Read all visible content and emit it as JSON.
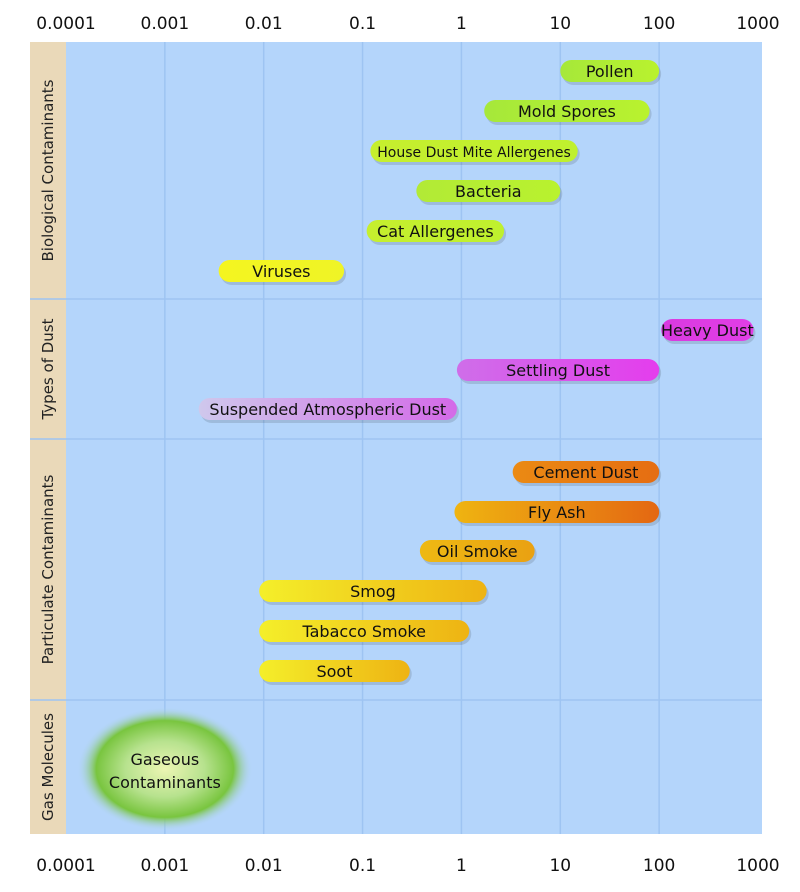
{
  "chart_data": {
    "type": "range-bar",
    "x_scale": "log",
    "x_ticks": [
      "0.0001",
      "0.001",
      "0.01",
      "0.1",
      "1",
      "10",
      "100",
      "1000"
    ],
    "x_range": [
      0.0001,
      1000
    ],
    "grid": true,
    "groups": [
      {
        "name": "Biological Contaminants",
        "items": [
          {
            "label": "Pollen",
            "min": 10,
            "max": 100,
            "colors": [
              "#a6e83a",
              "#b9f22e"
            ]
          },
          {
            "label": "Mold Spores",
            "min": 1.7,
            "max": 80,
            "colors": [
              "#a6e83a",
              "#b9f22e"
            ]
          },
          {
            "label": "House Dust Mite Allergenes",
            "min": 0.12,
            "max": 15,
            "colors": [
              "#c6ef2e",
              "#bff02e"
            ]
          },
          {
            "label": "Bacteria",
            "min": 0.35,
            "max": 10,
            "colors": [
              "#b2ea36",
              "#b9f22e"
            ]
          },
          {
            "label": "Cat Allergenes",
            "min": 0.11,
            "max": 2.7,
            "colors": [
              "#c6ef2e",
              "#bff02e"
            ]
          },
          {
            "label": "Viruses",
            "min": 0.0035,
            "max": 0.065,
            "colors": [
              "#f4f520",
              "#eff426"
            ]
          }
        ]
      },
      {
        "name": "Types of Dust",
        "items": [
          {
            "label": "Heavy Dust",
            "min": 105,
            "max": 900,
            "colors": [
              "#d93ae0",
              "#e23ee6"
            ]
          },
          {
            "label": "Settling Dust",
            "min": 0.9,
            "max": 100,
            "colors": [
              "#cf6ee9",
              "#e43ded"
            ]
          },
          {
            "label": "Suspended Atmospheric Dust",
            "min": 0.0022,
            "max": 0.9,
            "colors": [
              "#cfc8ec",
              "#d46ae8"
            ]
          }
        ]
      },
      {
        "name": "Particulate Contaminants",
        "items": [
          {
            "label": "Cement Dust",
            "min": 3.3,
            "max": 100,
            "colors": [
              "#eb8a13",
              "#e56d12"
            ]
          },
          {
            "label": "Fly Ash",
            "min": 0.85,
            "max": 100,
            "colors": [
              "#efb411",
              "#e46712"
            ]
          },
          {
            "label": "Oil Smoke",
            "min": 0.38,
            "max": 5.5,
            "colors": [
              "#eeb913",
              "#eaa112"
            ]
          },
          {
            "label": "Smog",
            "min": 0.009,
            "max": 1.8,
            "colors": [
              "#f4ef2a",
              "#eeb313"
            ]
          },
          {
            "label": "Tabacco Smoke",
            "min": 0.009,
            "max": 1.2,
            "colors": [
              "#f4ef2a",
              "#eeb313"
            ]
          },
          {
            "label": "Soot",
            "min": 0.009,
            "max": 0.3,
            "colors": [
              "#f4ef2a",
              "#eeb313"
            ]
          }
        ]
      },
      {
        "name": "Gas Molecules",
        "blob": {
          "label_lines": [
            "Gaseous",
            "Contaminants"
          ],
          "center": 0.001
        }
      }
    ]
  },
  "colors": {
    "plot_background": "#b4d5fb",
    "category_band": "#ead9b9",
    "grid": "#9ec4f2",
    "text": "#111111"
  }
}
